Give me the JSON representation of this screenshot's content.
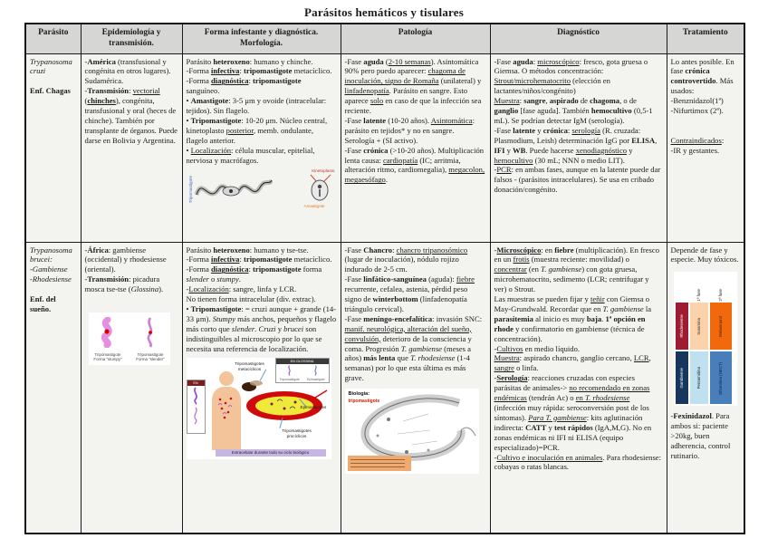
{
  "title": "Parásitos hemáticos y tisulares",
  "table": {
    "headers": [
      "Parásito",
      "Epidemiología y transmisión.",
      "Forma infestante y diagnóstica. Morfología.",
      "Patología",
      "Diagnóstico",
      "Tratamiento"
    ],
    "rows": [
      {
        "parasite_html": "<i>Trypanosoma cruzi</i><br><br><b>Enf. Chagas</b>",
        "epidemiology_html": "-<b>América</b> (transfusional y congénita en otros lugares). Sudamérica.<br>-<b>Transmisión</b>: <u>vectorial</u> (<b><u>chinches</u></b>), congénita, transfusional y oral (heces de chinche). También por transplante de órganos. Puede darse en Bolivia y Argentina.",
        "morphology_html": "Parásito <b>heteroxeno</b>: humano y chinche.<br>-Forma <b><u>infectiva</u></b>: <b>tripomastigote</b> metacíclico.<br>-Forma <b><u>diagnóstica</u></b>: <b>tripomastigote</b> sanguíneo.<br>• <b>Amastigote</b>: 3-5 μm y ovoide (intracelular: tejidos). Sin flagelo.<br>• <b>Tripomastigote</b>: 10-20 μm. Núcleo central, kinetoplasto <u>posterior</u>, memb. ondulante, flagelo anterior.<br>• <u>Localización</u>: célula muscular, epitelial, nerviosa y macrófagos.",
        "pathology_html": "-Fase <b>aguda</b> (<u>2-10 semanas</u>). Asintomática 90% pero puedo aparecer: <u>chagoma de inoculación, signo de Romaña</u> (unilateral) y <u>linfadenopatía</u>. Parásito en sangre. Esto aparece <u>solo</u> en caso de que la infección sea reciente.<br>-Fase <b>latente</b> (10-20 años). <u>Asintomática</u>: parásito en tejidos* y no en sangre. Serología + (SI activo).<br>-Fase <b>crónica</b> (&gt;10-20 años). Multiplicación lenta causa: <u>cardiopatía</u> (IC; arritmia, alteración ritmo, cardiomegalia), <u>megacolon, megaesófago</u>.",
        "diagnosis_html": "-Fase <b>aguda</b>: <u>microscópico</u>: fresco, gota gruesa o Giemsa. O métodos concentración: <u>Strout/microhematocrito</u> (elección en lactantes/niños/congénito)<br><u>Muestra</u>: <b>sangre</b>, <b>aspirado</b> de <b>chagoma</b>, o de <b>ganglio</b> [fase aguda]. También <b>hemocultivo</b> (0,5-1 mL). Se podrían detectar IgM (serología).<br>-Fase <b>latente</b> y <b>crónica</b>: <u>serología</u> (R. cruzada: Plasmodium, Leish) determinación IgG por <b>ELISA</b>, <b>IFI</b> y <b>WB</b>. Puede hacerse <u>xenodiagnóstico</u> y <u>hemocultivo</u> (30 mL; NNN o medio LIT).<br>-<u>PCR</u>: en ambas fases, aunque en la latente puede dar falsos - (parásitos intracelulares). Se usa en cribado donación/congénito.",
        "treatment_html": "Lo antes posible. En fase <b>crónica controvertido</b>. Más usados:<br>-Benznidazol(1ª)<br>-Nifurtimox (2ª).<br><br><br><u>Contraindicados</u>:<br>-IR y gestantes."
      },
      {
        "parasite_html": "<i>Trypanosoma brucei:<br>-Gambiense<br>-Rhodesiense</i><br><br><b>Enf. del sueño.</b>",
        "epidemiology_html": "-<b>África</b>: gambiense (occidental) y rhodesiense (oriental).<br>-<b>Transmisión</b>: picadura mosca tse-tse (<i>Glossina</i>).",
        "morphology_html": "Parásito <b>heteroxeno</b>: humano y tse-tse.<br>-Forma <b><u>infectiva</u></b>: <b>tripomastigote</b> metacíclico.<br>-Forma <b><u>diagnóstica</u></b>: <b>tripomastigote</b> forma <i>slender</i> o <i>stumpy</i>.<br>-<u>Localización</u>: sangre, linfa y LCR.<br>No tienen forma intracelular (div. extrac).<br>• <b>Tripomastigote</b>: = cruzi aunque + grande (14-33 μm). <i>Stumpy</i> más anchos, pequeños y flagelo más corto que <i>slender</i>. <i>Cruzi</i> y <i>brucei</i> son indistinguibles al microscopio por lo que se necesita una referencia de localización.",
        "pathology_html": "-Fase <b>Chancro</b>: <u>chancro tripanosómico</u> (lugar de inoculación), nódulo rojizo indurado de 2-5 cm.<br>-Fase <b>linfático-sanguínea</b> (aguda): <u>fiebre</u> recurrente, cefalea, astenia, pérdid peso signo de <b>winterbottom</b> (linfadenopatía triángulo cervical).<br>-Fase <b>meningo-encefalítica</b>: invasión SNC: <u>manif. neurológica, alteración del sueño, convulsión,</u> deterioro de la consciencia y coma. Progresión <i>T. gambiense</i> (meses a años) <b>más lenta</b> que <i>T. rhodesiense</i> (1-4 semanas) por lo que esta última es más grave.",
        "diagnosis_html": "-<b><u>Microscópico</u></b>: en <b>fiebre</b> (multiplicación). En fresco en un <u>frotis</u> (muestra reciente: movilidad) o <u>concentrar</u> (en <i>T. gambiense</i>) con gota gruesa, microhematocrito, sedimento (LCR; centrifugar y ver) o Strout.<br>Las muestras se pueden fijar y <u>teñir</u> con Giemsa o May-Grundwald. Recordar que en <i>T. gambiense</i> la <b>parasitemia</b> al inicio es muy <b>baja</b>. <b>1ª opción en rhode</b> y confirmatorio en gambiense (técnica de concentración).<br>-<u>Cultivos</u> en medio líquido.<br><u>Muestra</u>: aspirado chancro, ganglio cercano, <u>LCR</u>, <u>sangre</u> o linfa.<br>-<b><u>Serología</u></b>: reacciones cruzadas con especies parásitas de animales-&gt; <u>no recomendado en zonas endémicas</u> (tendrán Ac) o <u>en <i>T. rhodesiense</i></u> (infección muy rápida: seroconversión post de los síntomas). <u><i>Para T. gambiense</i></u>: kits aglutinación indirecta: <b>CATT</b> y <b>test rápidos</b> (IgA,M,G). No en zonas endémicas ni IFI ni ELISA (equipo especializado)=PCR.<br>-<u>Cultivo e inoculación en animales</u>. Para rhodesiense: cobayas o ratas blancas.",
        "treatment_html": "Depende de fase y especie. Muy tóxicos.",
        "treatment2_html": "-<b>Fexinidazol</b>. Para ambos si: paciente &gt;20kg, buen adherencia, control rutinario."
      }
    ]
  },
  "figures": {
    "cruzi": {
      "tripomastigote": "Tripomastigote",
      "kinetoplasto": "Kinetoplasto",
      "amastigote": "Amastigote"
    },
    "brucei_forms": {
      "stumpy": "Tripomastigote Forma \"stumpy\"",
      "slender": "Tripomastigote Forma \"slender\""
    },
    "cycle": {
      "metaciclicos": "Tripomastigotes metacíclicos",
      "epimastigotes": "Epimastigotes",
      "prociclicos": "Tripomastigotes procíclicos",
      "en_glossina": "EN GLOSSINA",
      "en_sangre": "EN SANGRE",
      "tripomastigote": "Tripomastigote",
      "epimastigote": "Epimastigote",
      "caption": "Extracelular durante todo su ciclo biológico"
    },
    "pathology_fig": {
      "title": "Biología:",
      "subtitle": "tripomastigote"
    },
    "treatment_chart": {
      "phase1": "1ª fase",
      "phase2": "2ª fase",
      "rhodesiense": "Rhodesiense",
      "suramina": "Suramina",
      "melarsoprol": "Melarsoprol",
      "gambiense": "Gambiense",
      "pentamidina": "Pentamidina",
      "eflornitina": "Eflornitina (NECT)",
      "colors": {
        "rhodesiense": "#9e1b32",
        "suramina": "#fbd2ac",
        "melarsoprol": "#f2690d",
        "gambiense": "#17365d",
        "pentamidina": "#bfe0ee",
        "eflornitina": "#4a7ebb"
      }
    }
  }
}
